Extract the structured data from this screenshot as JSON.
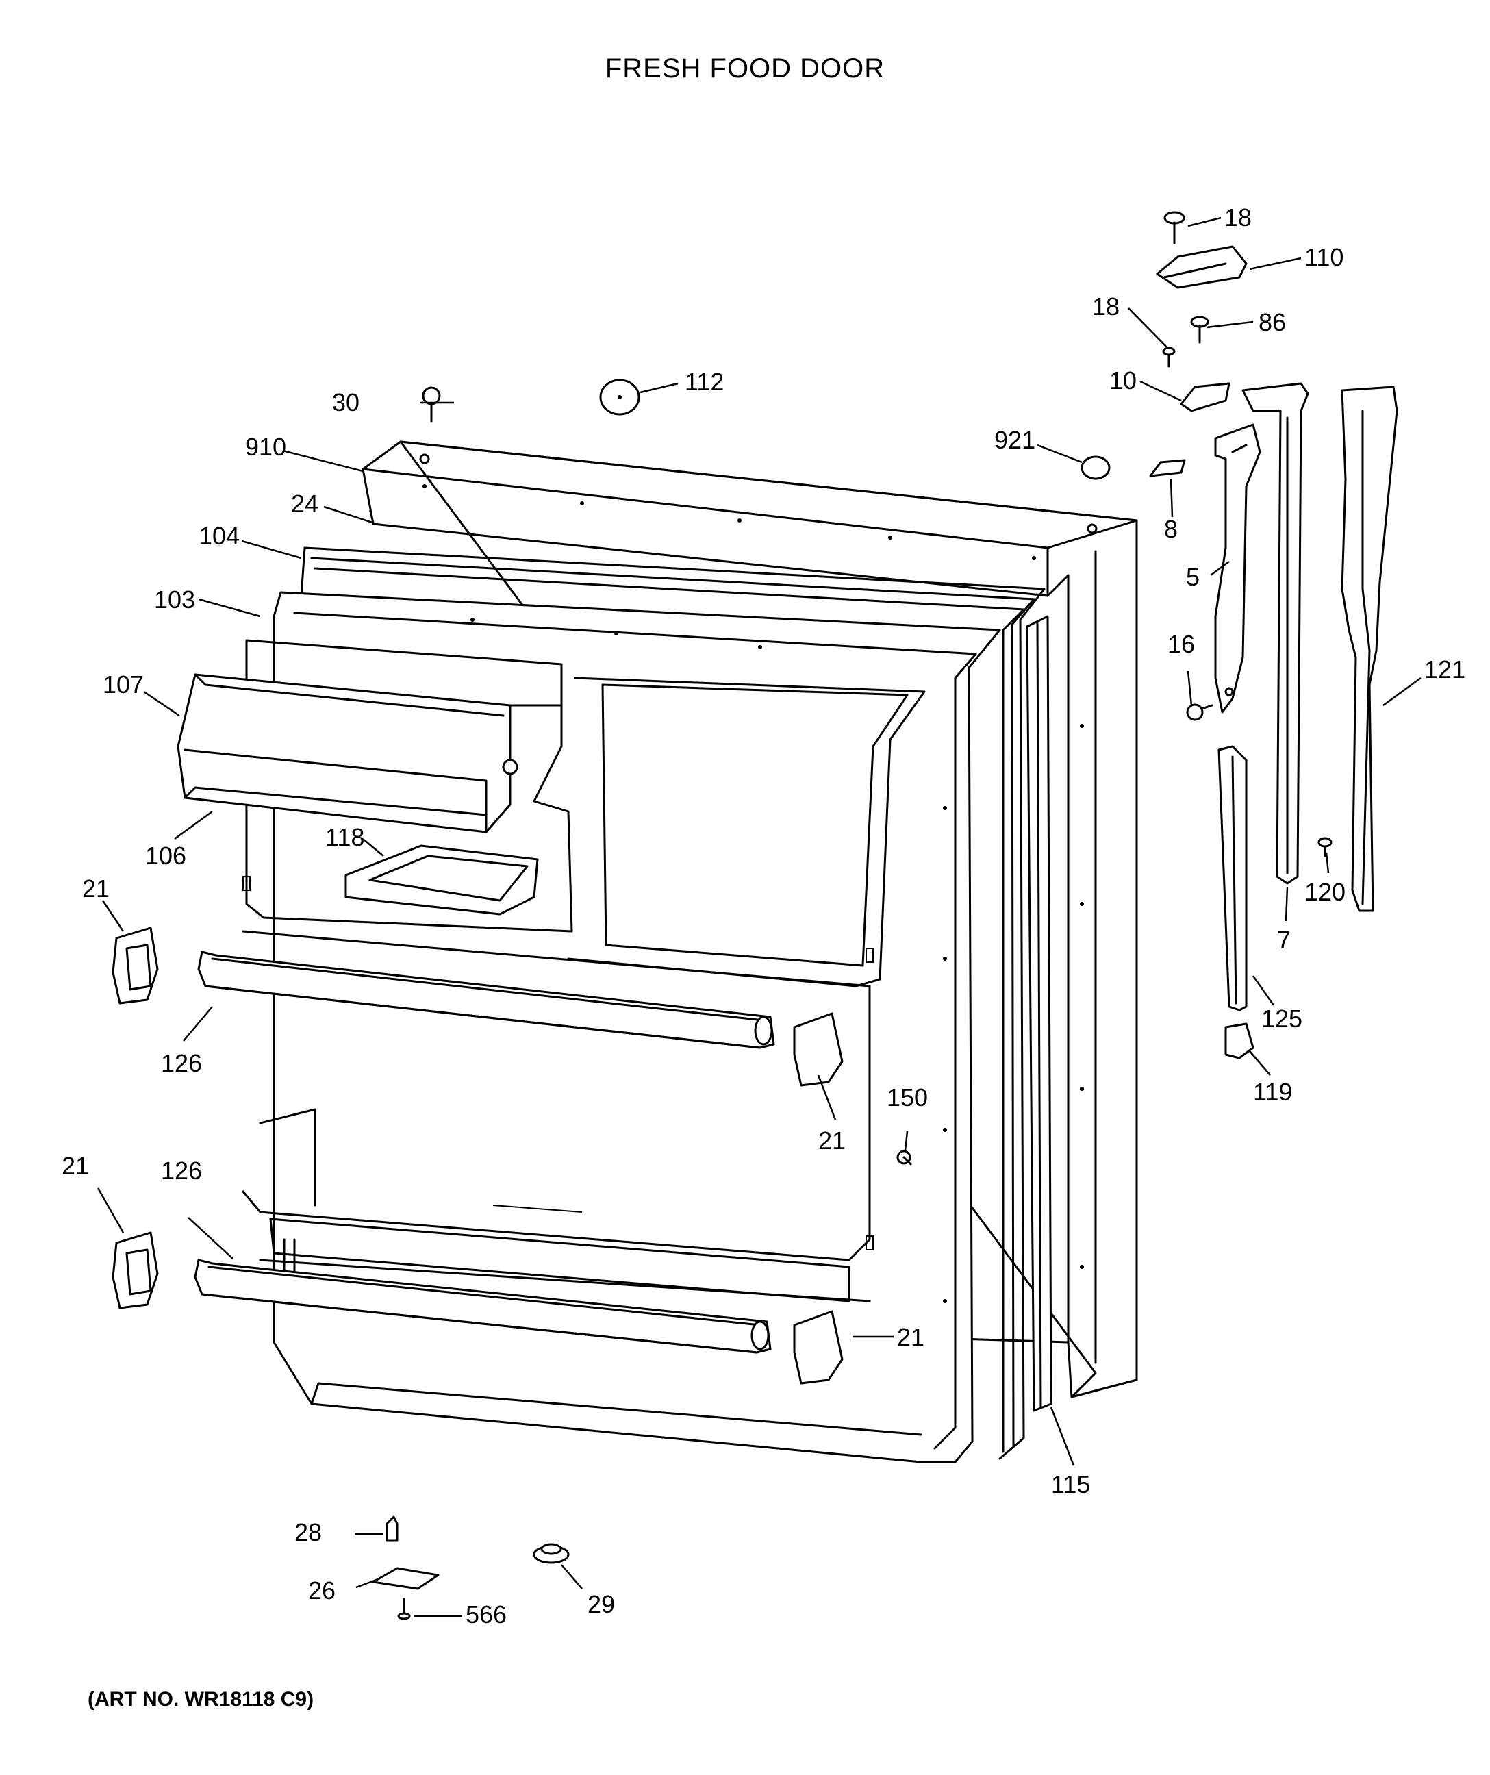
{
  "title": "FRESH FOOD DOOR",
  "art_number": "(ART NO. WR18118 C9)",
  "callouts": [
    {
      "id": "c18a",
      "label": "18"
    },
    {
      "id": "c110",
      "label": "110"
    },
    {
      "id": "c18b",
      "label": "18"
    },
    {
      "id": "c86",
      "label": "86"
    },
    {
      "id": "c10",
      "label": "10"
    },
    {
      "id": "c30",
      "label": "30"
    },
    {
      "id": "c112",
      "label": "112"
    },
    {
      "id": "c921",
      "label": "921"
    },
    {
      "id": "c910",
      "label": "910"
    },
    {
      "id": "c24",
      "label": "24"
    },
    {
      "id": "c8",
      "label": "8"
    },
    {
      "id": "c104",
      "label": "104"
    },
    {
      "id": "c5",
      "label": "5"
    },
    {
      "id": "c103",
      "label": "103"
    },
    {
      "id": "c16",
      "label": "16"
    },
    {
      "id": "c121",
      "label": "121"
    },
    {
      "id": "c107",
      "label": "107"
    },
    {
      "id": "c106",
      "label": "106"
    },
    {
      "id": "c118",
      "label": "118"
    },
    {
      "id": "c120",
      "label": "120"
    },
    {
      "id": "c7",
      "label": "7"
    },
    {
      "id": "c21a",
      "label": "21"
    },
    {
      "id": "c125",
      "label": "125"
    },
    {
      "id": "c126a",
      "label": "126"
    },
    {
      "id": "c119",
      "label": "119"
    },
    {
      "id": "c150",
      "label": "150"
    },
    {
      "id": "c21b",
      "label": "21"
    },
    {
      "id": "c21c",
      "label": "21"
    },
    {
      "id": "c126b",
      "label": "126"
    },
    {
      "id": "c21d",
      "label": "21"
    },
    {
      "id": "c115",
      "label": "115"
    },
    {
      "id": "c28",
      "label": "28"
    },
    {
      "id": "c26",
      "label": "26"
    },
    {
      "id": "c29",
      "label": "29"
    },
    {
      "id": "c566",
      "label": "566"
    }
  ]
}
